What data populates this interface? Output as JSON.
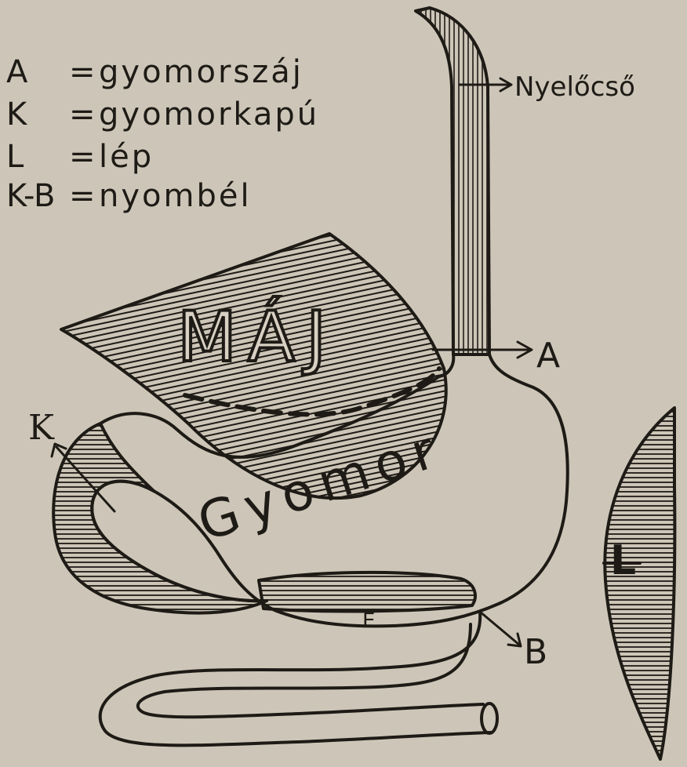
{
  "legend": [
    {
      "key": "A",
      "value": "gyomorszáj"
    },
    {
      "key": "K",
      "value": "gyomorkapú"
    },
    {
      "key": "L",
      "value": "lép"
    },
    {
      "key": "K-B",
      "value": "nyombél"
    }
  ],
  "labels": {
    "esophagus": "Nyelőcső",
    "liver": "MÁJ",
    "stomach": "Gyomor",
    "cardia": "A",
    "pylorus": "K",
    "spleen": "L",
    "duodenum_end": "B",
    "e": "E"
  },
  "colors": {
    "paper": "#cdc6b8",
    "ink": "#1e1b16"
  }
}
